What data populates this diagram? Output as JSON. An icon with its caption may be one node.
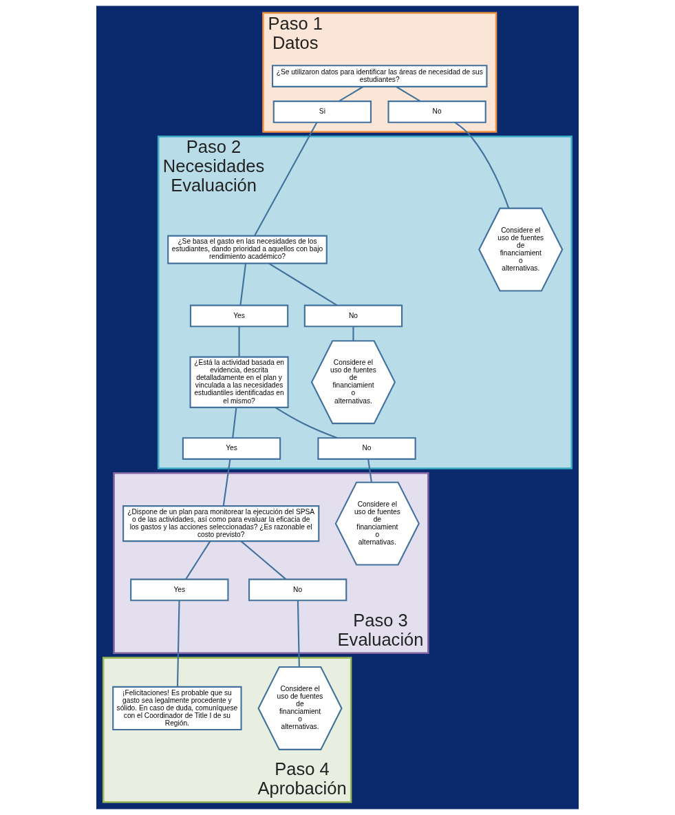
{
  "diagram": {
    "nodes": [
      {
        "text": [
          "Paso 1 Datos"
        ]
      },
      {
        "text": [
          "¿Se utilizaron datos para identificar las áreas de necesidad de sus estudiantes?"
        ],
        "in": 0
      },
      {
        "text": [
          "Si"
        ],
        "in": 0
      },
      {
        "text": [
          "No"
        ],
        "in": 0
      },
      {
        "text": [
          "Paso 2 Necesidades Evaluación"
        ]
      },
      {
        "text": [
          "¿Se basa el gasto en las necesidades de los estudiantes, dando prioridad a aquellos con bajo rendimiento académico?"
        ],
        "in": 4
      },
      {
        "text": [
          "Considere el uso de fuentes de financiamient o alternativas."
        ],
        "in": 4
      },
      {
        "text": [
          "Yes"
        ],
        "in": 4
      },
      {
        "text": [
          "No"
        ],
        "in": 4
      },
      {
        "text": [
          "¿Está la actividad basada en evidencia, descrita detalladamente en el plan y vinculada a las necesidades estudiantiles identificadas en el mismo?"
        ],
        "in": 4
      },
      {
        "text": [
          "Considere el uso de fuentes de financiamient o alternativas."
        ],
        "in": 4
      },
      {
        "text": [
          "Yes"
        ],
        "in": 4
      },
      {
        "text": [
          "No"
        ],
        "in": 4
      },
      {
        "text": [
          "Paso 3 Evaluación"
        ]
      },
      {
        "text": [
          "¿Dispone de un plan para monitorear la ejecución del SPSA o de las actividades, así como para evaluar la eficacia de los gastos y las acciones seleccionadas? ¿Es razonable el costo previsto?"
        ],
        "in": 13
      },
      {
        "text": [
          "Considere el uso de fuentes de financiamient o alternativas."
        ],
        "in": 13
      },
      {
        "text": [
          "Yes"
        ],
        "in": 13
      },
      {
        "text": [
          "No"
        ],
        "in": 13
      },
      {
        "text": [
          "Paso 4 Aprobación"
        ]
      },
      {
        "text": [
          "¡Felicitaciones! Es probable que su gasto sea legalmente procedente y sólido. En caso de duda, comuníquese con el Coordinador de Title I de su Región."
        ],
        "in": 18
      },
      {
        "text": [
          "Considere el uso de fuentes de financiamient o alternativas."
        ],
        "in": 18
      }
    ],
    "edges": [
      {
        "from": 1,
        "to": 2,
        "arrow": "none"
      },
      {
        "from": 1,
        "to": 3,
        "arrow": "none"
      },
      {
        "from": 2,
        "to": 5,
        "arrow": "none"
      },
      {
        "from": 3,
        "to": 6,
        "arrow": "none"
      },
      {
        "from": 5,
        "to": 7,
        "arrow": "none"
      },
      {
        "from": 5,
        "to": 8,
        "arrow": "none"
      },
      {
        "from": 7,
        "to": 9,
        "arrow": "none"
      },
      {
        "from": 8,
        "to": 10,
        "arrow": "none"
      },
      {
        "from": 9,
        "to": 11,
        "arrow": "none"
      },
      {
        "from": 9,
        "to": 12,
        "arrow": "none"
      },
      {
        "from": 11,
        "to": 14,
        "arrow": "none"
      },
      {
        "from": 12,
        "to": 15,
        "arrow": "none"
      },
      {
        "from": 14,
        "to": 16,
        "arrow": "none"
      },
      {
        "from": 14,
        "to": 17,
        "arrow": "none"
      },
      {
        "from": 16,
        "to": 19,
        "arrow": "none"
      },
      {
        "from": 17,
        "to": 20,
        "arrow": "none"
      }
    ]
  }
}
